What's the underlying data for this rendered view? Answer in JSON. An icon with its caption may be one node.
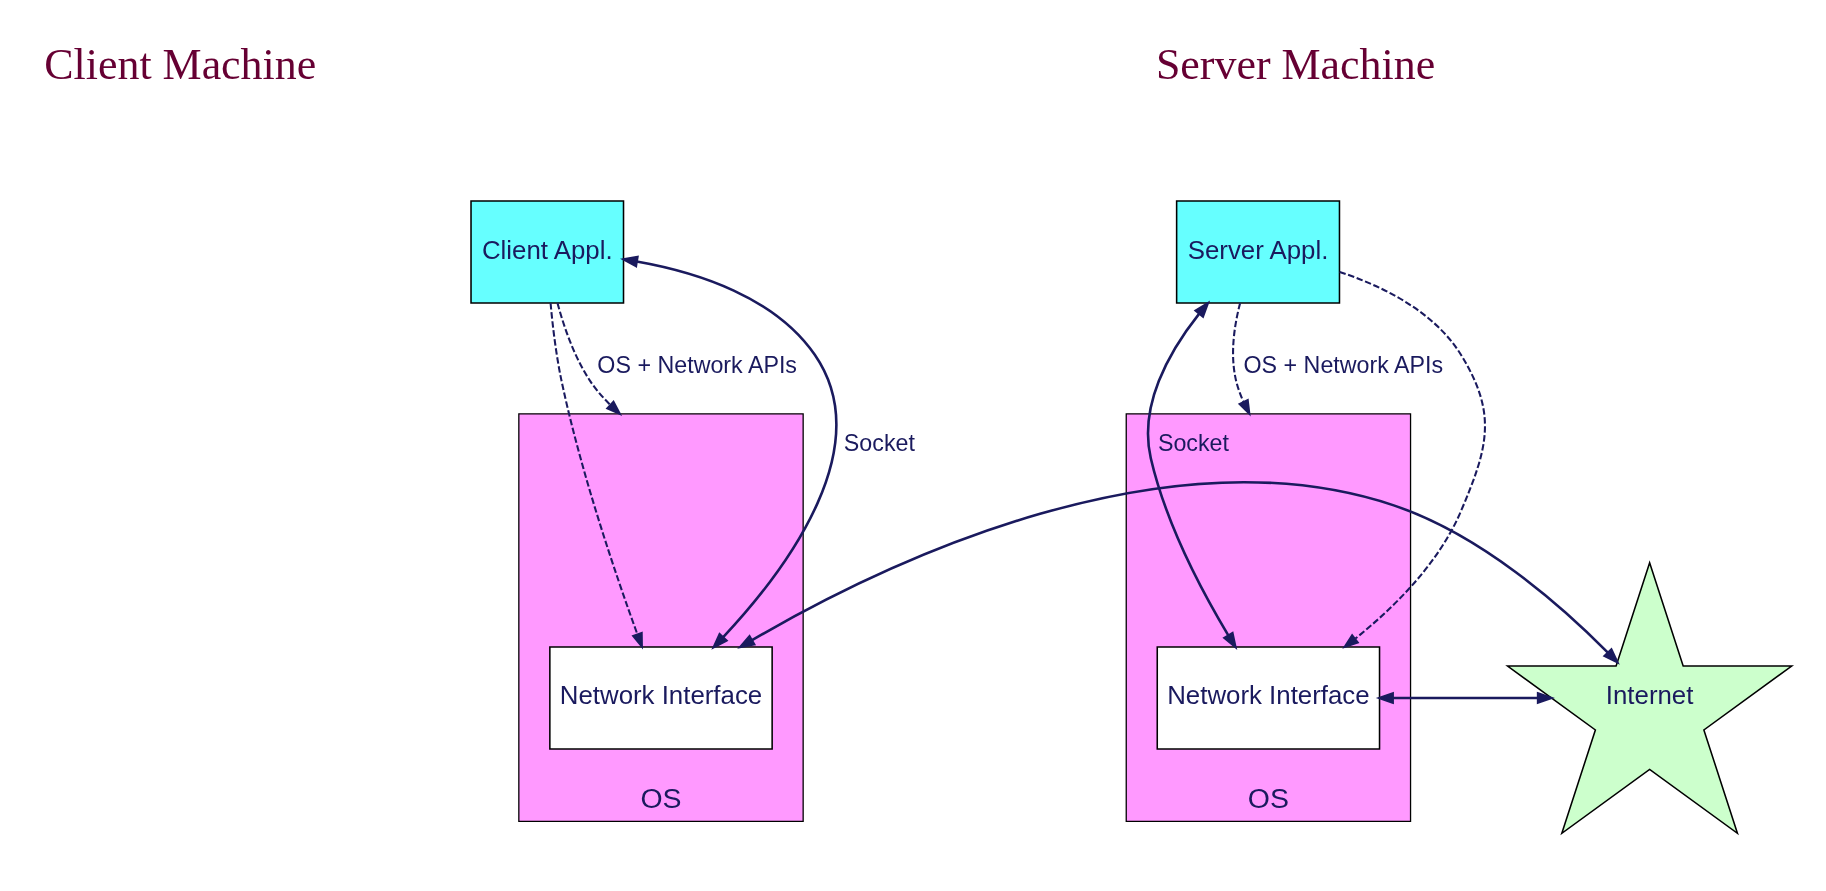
{
  "diagram": {
    "nodes": [
      {
        "text": [
          "Client Appl."
        ]
      },
      {
        "text": [
          "OS"
        ]
      },
      {
        "text": [
          "Network Interface"
        ],
        "in": 1
      },
      {
        "text": [
          "Internet"
        ]
      },
      {
        "text": [
          "Server Appl."
        ]
      },
      {
        "text": [
          "OS"
        ]
      },
      {
        "text": [
          "Network Interface"
        ],
        "in": 5
      }
    ],
    "edges": [
      {
        "from": 0,
        "to": 1,
        "arrow": "to",
        "style": "dashed",
        "label": "OS + Network APIs"
      },
      {
        "from": 0,
        "to": 2,
        "arrow": "to",
        "style": "dashed"
      },
      {
        "from": 0,
        "to": 2,
        "arrow": "both",
        "label": "Socket"
      },
      {
        "from": 2,
        "to": 3,
        "arrow": "both"
      },
      {
        "from": 3,
        "to": 6,
        "arrow": "both"
      },
      {
        "from": 4,
        "to": 6,
        "arrow": "both",
        "label": "Socket"
      },
      {
        "from": 4,
        "to": 6,
        "arrow": "to",
        "style": "dashed"
      },
      {
        "from": 4,
        "to": 5,
        "arrow": "to",
        "style": "dashed",
        "label": "OS + Network APIs"
      }
    ],
    "labels": [
      "Client Machine",
      "Server Machine"
    ]
  }
}
